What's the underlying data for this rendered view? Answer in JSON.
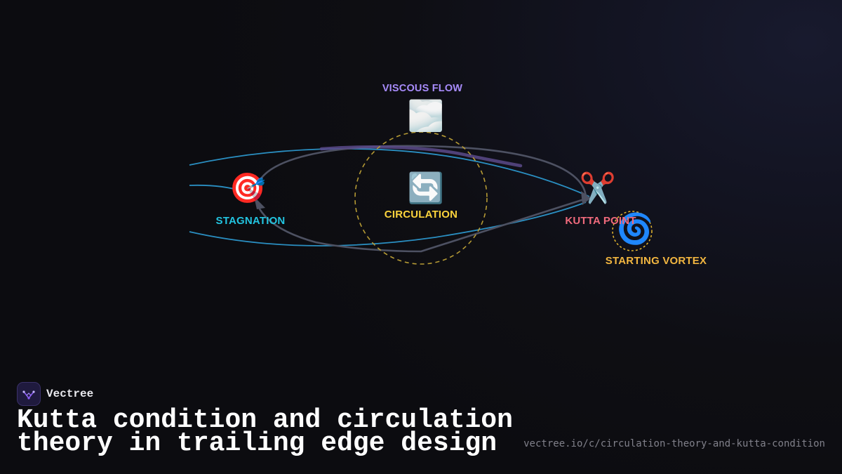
{
  "brand": {
    "name": "Vectree",
    "logo_icon": "vectree-logo-icon",
    "accent": "#8b5cf6"
  },
  "title": "Kutta condition and circulation theory in trailing edge design",
  "url": "vectree.io/c/circulation-theory-and-kutta-condition",
  "nodes": {
    "viscous_flow": {
      "label": "VISCOUS FLOW",
      "icon": "fog-icon",
      "glyph": "🌫️",
      "color": "#a78bfa"
    },
    "stagnation": {
      "label": "STAGNATION",
      "icon": "target-icon",
      "glyph": "🎯",
      "color": "#22c4e0"
    },
    "circulation": {
      "label": "CIRCULATION",
      "icon": "cycle-arrows-icon",
      "glyph": "🔄",
      "color": "#fbd33c"
    },
    "kutta_point": {
      "label": "KUTTA POINT",
      "icon": "scissors-icon",
      "glyph": "✂️",
      "color": "#f06a7c"
    },
    "starting_vortex": {
      "label": "STARTING VORTEX",
      "icon": "cyclone-icon",
      "glyph": "🌀",
      "color": "#f2b640"
    }
  },
  "colors": {
    "streamline": "#2a8fc2",
    "airfoil": "#4d5162",
    "boundary_layer": "#5b4a8a",
    "circulation_ring": "#b59a34",
    "vortex_ring": "#e6b830"
  }
}
